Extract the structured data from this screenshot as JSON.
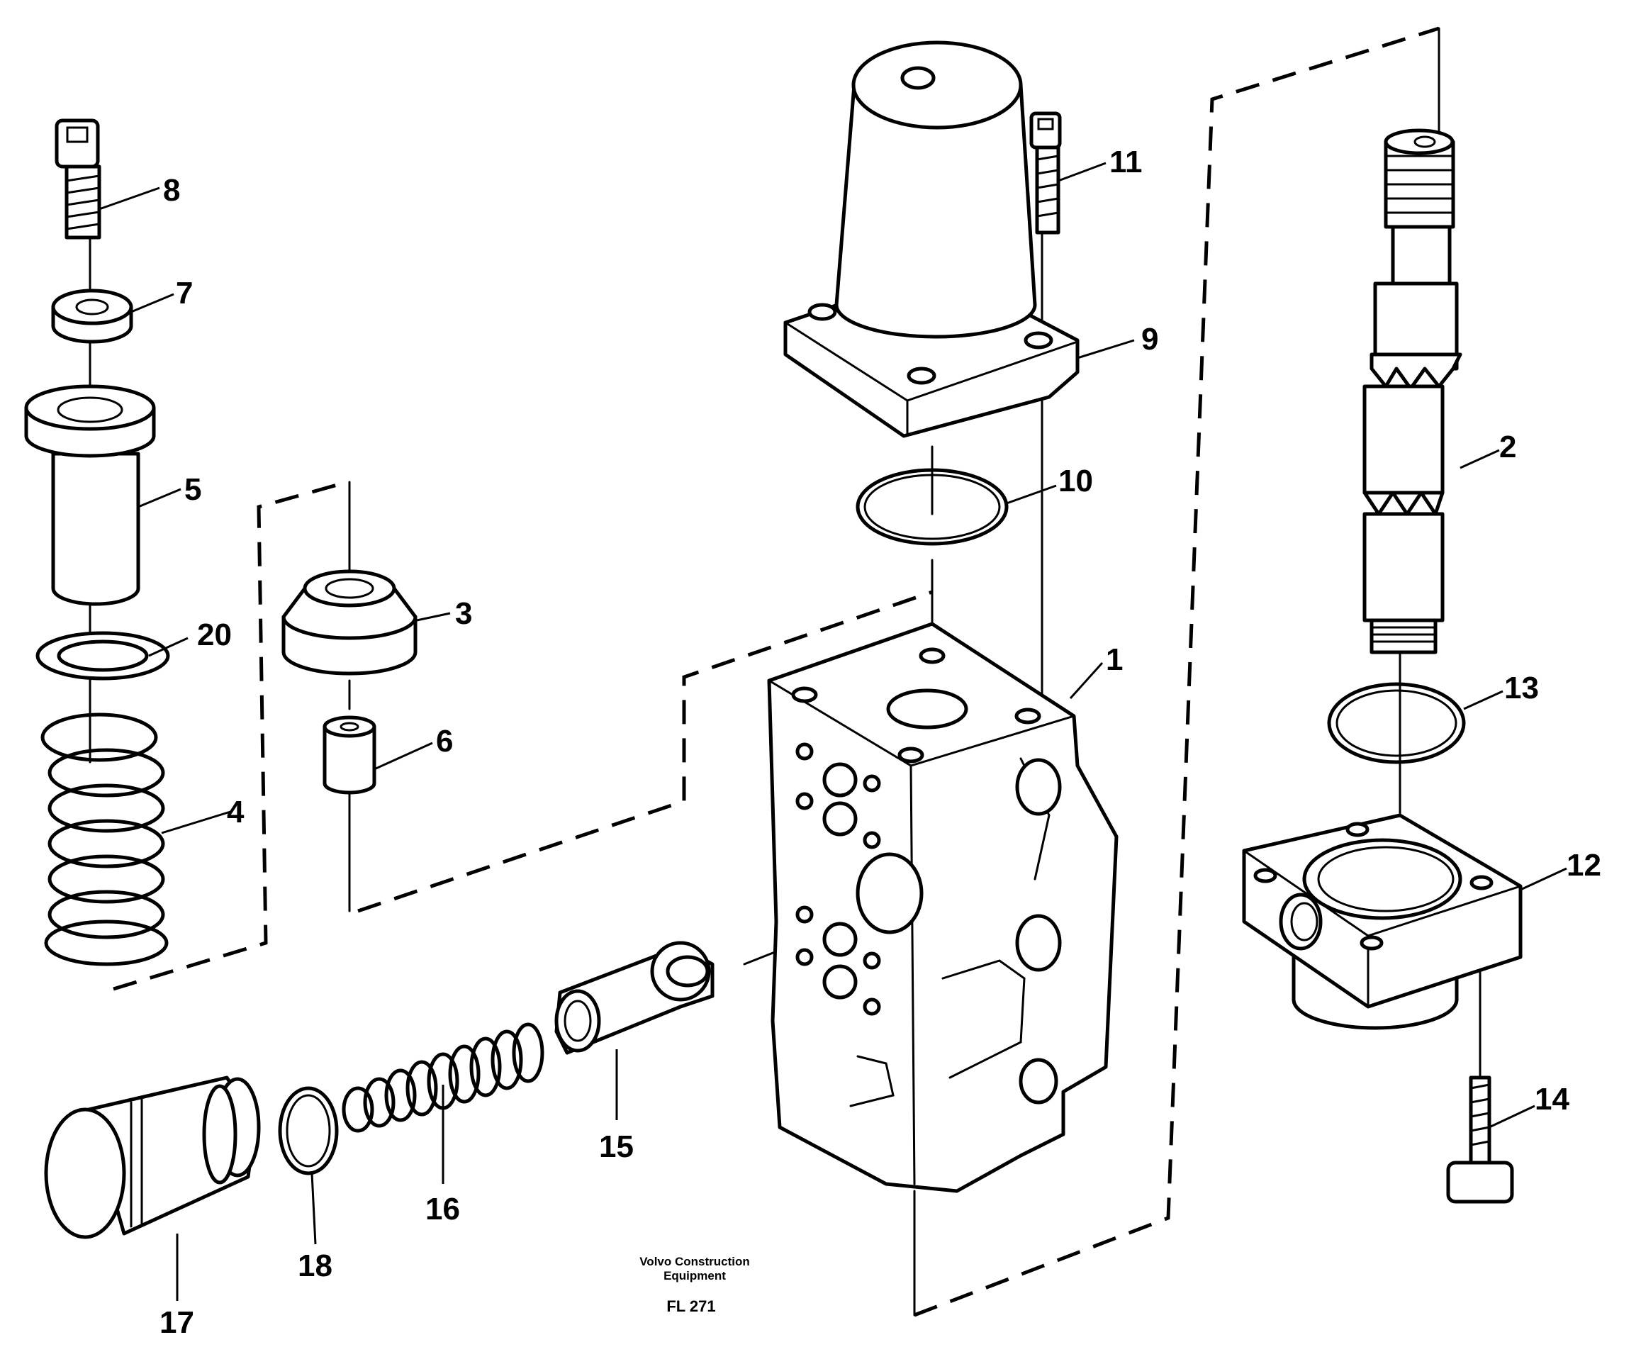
{
  "diagram": {
    "callouts": [
      {
        "id": "1",
        "text": "1"
      },
      {
        "id": "2",
        "text": "2"
      },
      {
        "id": "3",
        "text": "3"
      },
      {
        "id": "4",
        "text": "4"
      },
      {
        "id": "5",
        "text": "5"
      },
      {
        "id": "6",
        "text": "6"
      },
      {
        "id": "7",
        "text": "7"
      },
      {
        "id": "8",
        "text": "8"
      },
      {
        "id": "9",
        "text": "9"
      },
      {
        "id": "10",
        "text": "10"
      },
      {
        "id": "11",
        "text": "11"
      },
      {
        "id": "12",
        "text": "12"
      },
      {
        "id": "13",
        "text": "13"
      },
      {
        "id": "14",
        "text": "14"
      },
      {
        "id": "15",
        "text": "15"
      },
      {
        "id": "16",
        "text": "16"
      },
      {
        "id": "17",
        "text": "17"
      },
      {
        "id": "18",
        "text": "18"
      },
      {
        "id": "20",
        "text": "20"
      }
    ],
    "footer": {
      "company_line1": "Volvo Construction",
      "company_line2": "Equipment",
      "drawing_code": "FL 271"
    },
    "colors": {
      "line": "#000000",
      "background": "#ffffff"
    }
  }
}
